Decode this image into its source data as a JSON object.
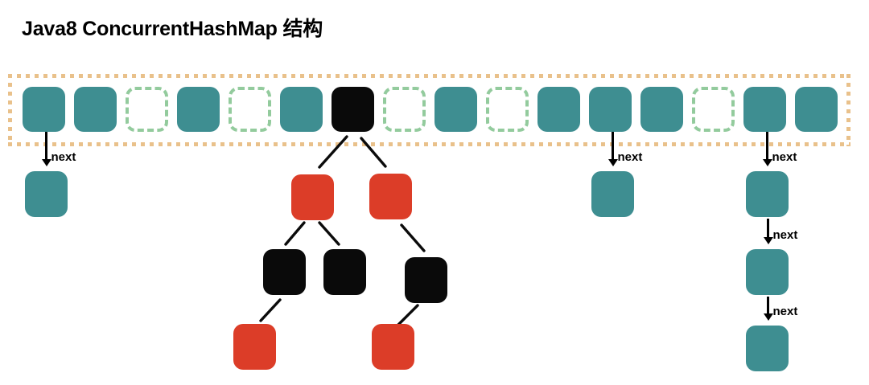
{
  "title": "Java8 ConcurrentHashMap 结构",
  "labels": {
    "next": "next"
  },
  "colors": {
    "background": "#ffffff",
    "title_text": "#000000",
    "node_teal": "#3e8e91",
    "node_red": "#dc3d28",
    "node_black": "#0a0a0a",
    "empty_dash": "#93cb9d",
    "container_dash": "#e9c18b",
    "edge_black": "#0b0b0b"
  },
  "array": {
    "cells": [
      "filled",
      "filled",
      "empty",
      "filled",
      "empty",
      "filled",
      "tree-root",
      "empty",
      "filled",
      "empty",
      "filled",
      "filled",
      "filled",
      "empty",
      "filled",
      "filled"
    ]
  },
  "linked_lists": [
    {
      "bucket_index": 0,
      "nodes": [
        {
          "id": "n0a",
          "color": "teal"
        }
      ]
    },
    {
      "bucket_index": 11,
      "nodes": [
        {
          "id": "n11a",
          "color": "teal"
        }
      ]
    },
    {
      "bucket_index": 14,
      "nodes": [
        {
          "id": "n14a",
          "color": "teal"
        },
        {
          "id": "n14b",
          "color": "teal"
        },
        {
          "id": "n14c",
          "color": "teal"
        }
      ]
    }
  ],
  "tree": {
    "bucket_index": 6,
    "nodes": [
      {
        "id": "r1",
        "color": "red"
      },
      {
        "id": "r2",
        "color": "red"
      },
      {
        "id": "b1",
        "color": "black"
      },
      {
        "id": "b2",
        "color": "black"
      },
      {
        "id": "b3",
        "color": "black"
      },
      {
        "id": "r3",
        "color": "red"
      },
      {
        "id": "r4",
        "color": "red"
      }
    ],
    "edges": [
      [
        "root",
        "r1"
      ],
      [
        "root",
        "r2"
      ],
      [
        "r1",
        "b1"
      ],
      [
        "r1",
        "b2"
      ],
      [
        "r2",
        "b3"
      ],
      [
        "b1",
        "r3"
      ],
      [
        "b3",
        "r4"
      ]
    ]
  }
}
